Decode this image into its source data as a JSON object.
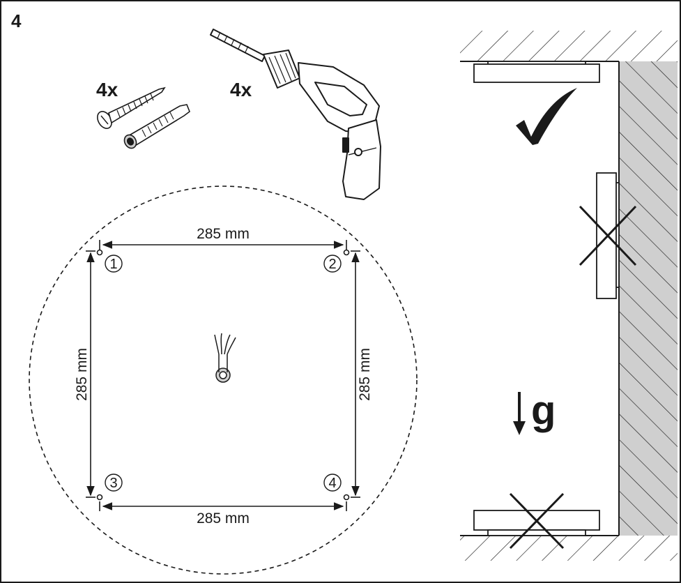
{
  "step_number": "4",
  "screws": {
    "quantity_label": "4x"
  },
  "drill": {
    "quantity_label": "4x"
  },
  "dimensions": {
    "top": "285 mm",
    "bottom": "285 mm",
    "left": "285 mm",
    "right": "285 mm"
  },
  "holes": [
    "1",
    "2",
    "3",
    "4"
  ],
  "orientation": {
    "gravity_symbol": "g",
    "ceiling_mount": "correct",
    "wall_mount": "incorrect",
    "floor_mount": "incorrect"
  },
  "colors": {
    "line": "#1a1a1a",
    "hatch_fill": "#c8c8c8",
    "background": "#ffffff"
  }
}
